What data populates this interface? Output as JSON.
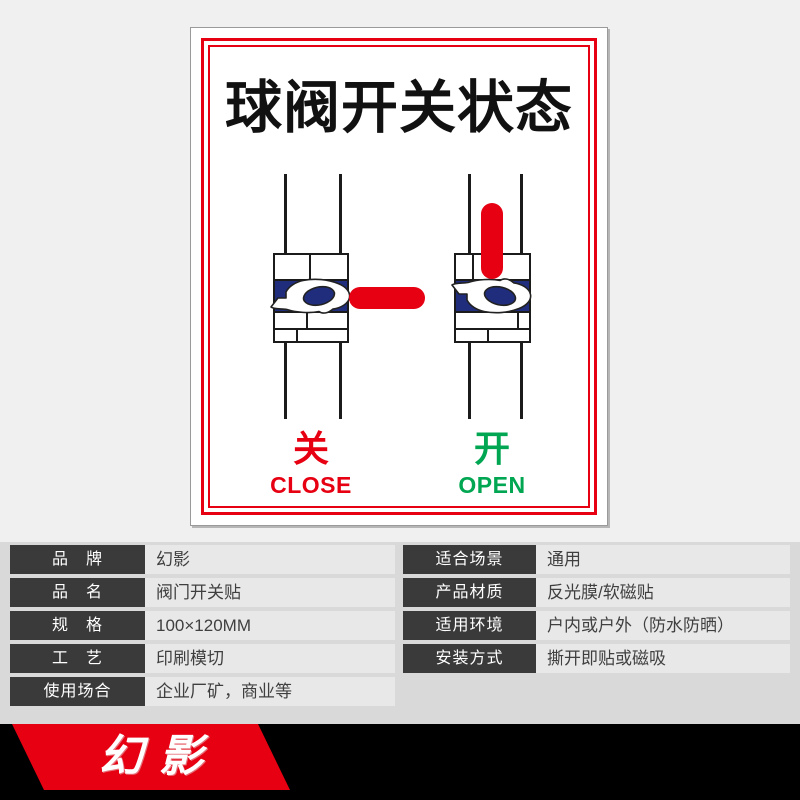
{
  "sign": {
    "title": "球阀开关状态",
    "closed": {
      "zh": "关",
      "en": "CLOSE"
    },
    "open": {
      "zh": "开",
      "en": "OPEN"
    }
  },
  "specs": {
    "left": [
      {
        "label": "品　牌",
        "value": "幻影"
      },
      {
        "label": "品　名",
        "value": "阀门开关贴"
      },
      {
        "label": "规　格",
        "value": "100×120MM"
      },
      {
        "label": "工　艺",
        "value": "印刷模切"
      },
      {
        "label": "使用场合",
        "value": "企业厂矿，商业等"
      }
    ],
    "right": [
      {
        "label": "适合场景",
        "value": "通用"
      },
      {
        "label": "产品材质",
        "value": "反光膜/软磁贴"
      },
      {
        "label": "适用环境",
        "value": "户内或户外（防水防晒）"
      },
      {
        "label": "安装方式",
        "value": "撕开即贴或磁吸"
      }
    ]
  },
  "footer": {
    "brand": "幻影"
  },
  "colors": {
    "accent_red": "#e60012",
    "open_green": "#00a651",
    "valve_navy": "#1f2d7c",
    "label_dark": "#3a3a3a",
    "footer_black": "#000000"
  }
}
